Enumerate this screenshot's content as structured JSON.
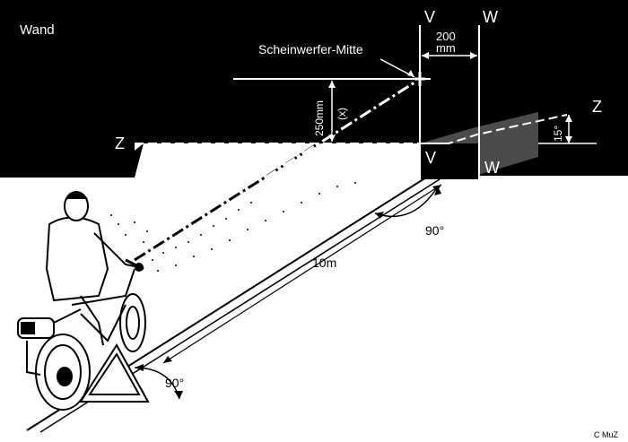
{
  "labels": {
    "wall": "Wand",
    "headlight_center": "Scheinwerfer-Mitte",
    "v_top": "V",
    "w_top": "W",
    "v_bottom": "V",
    "w_bottom": "W",
    "z_left": "Z",
    "z_right": "Z",
    "offset_value": "200",
    "offset_unit": "mm",
    "height_value": "250mm",
    "height_var": "(x)",
    "angle_right": "15°",
    "angle_wall": "90°",
    "angle_ground": "90°",
    "distance": "10m",
    "copyright": "C MuZ"
  },
  "colors": {
    "wall": "#000000",
    "floor": "#ffffff",
    "lines": "#000000"
  }
}
